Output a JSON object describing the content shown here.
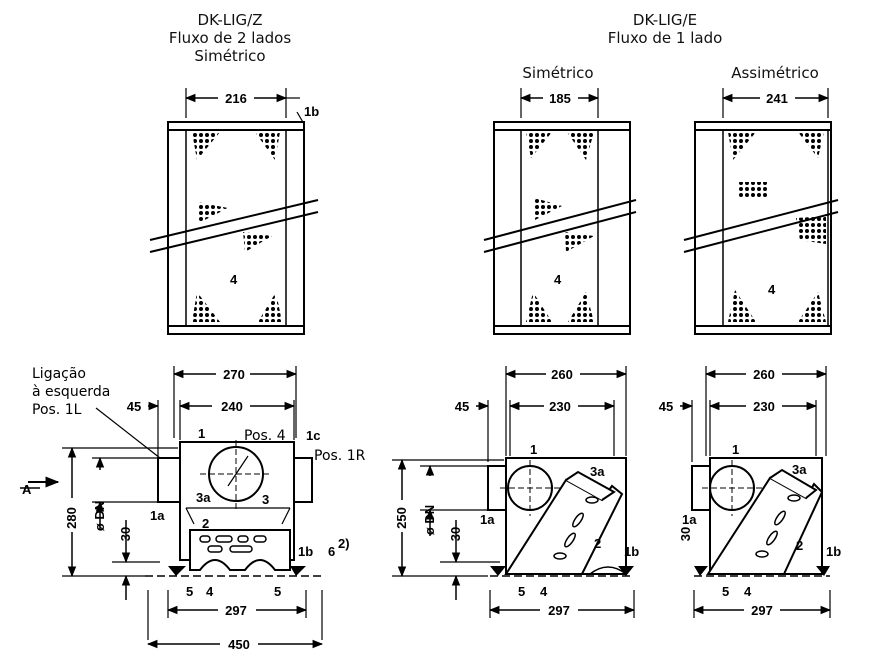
{
  "headings": {
    "z_title": "DK-LIG/Z",
    "z_subtitle": "Fluxo de 2 lados",
    "z_variant": "Simétrico",
    "e_title": "DK-LIG/E",
    "e_subtitle": "Fluxo de 1 lado",
    "e_sym": "Simétrico",
    "e_asym": "Assimétrico"
  },
  "top_dims": {
    "z_width": "216",
    "e_sym_width": "185",
    "e_asym_width": "241"
  },
  "labels": {
    "item_1": "1",
    "item_1a": "1a",
    "item_1b": "1b",
    "item_1c": "1c",
    "item_2": "2",
    "item_3": "3",
    "item_3a": "3a",
    "item_4": "4",
    "item_5": "5",
    "item_6": "6",
    "item_6_note": "2)",
    "pos4": "Pos. 4",
    "pos1r": "Pos. 1R",
    "left_conn_1": "Ligação",
    "left_conn_2": "à esquerda",
    "left_conn_3": "Pos. 1L",
    "arrow_a": "A",
    "dn": "ø DN"
  },
  "bottom_dims": {
    "z": {
      "overall": "270",
      "inner": "240",
      "side": "45",
      "height": "280",
      "base": "30",
      "bottom": "297",
      "total": "450"
    },
    "e_sym": {
      "overall": "260",
      "inner": "230",
      "side": "45",
      "height": "250",
      "base": "30",
      "bottom": "297"
    },
    "e_asym": {
      "overall": "260",
      "inner": "230",
      "side": "45",
      "base": "30",
      "bottom": "297"
    }
  },
  "colors": {
    "ink": "#000000",
    "paper": "#ffffff"
  }
}
